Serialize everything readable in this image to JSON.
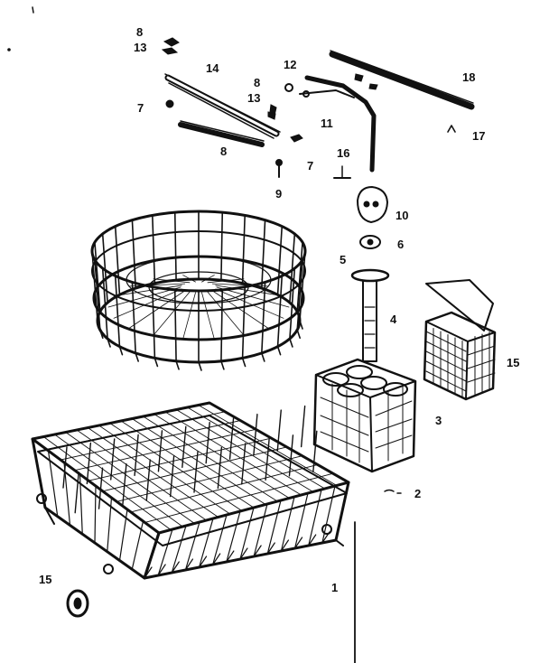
{
  "colors": {
    "ink": "#111111",
    "paper": "#ffffff"
  },
  "callouts": [
    {
      "id": "c-8-top",
      "text": "8"
    },
    {
      "id": "c-13-top",
      "text": "13"
    },
    {
      "id": "c-14",
      "text": "14"
    },
    {
      "id": "c-7-left",
      "text": "7"
    },
    {
      "id": "c-8-mid",
      "text": "8"
    },
    {
      "id": "c-13-mid",
      "text": "13"
    },
    {
      "id": "c-8-low",
      "text": "8"
    },
    {
      "id": "c-7-mid",
      "text": "7"
    },
    {
      "id": "c-9",
      "text": "9"
    },
    {
      "id": "c-12",
      "text": "12"
    },
    {
      "id": "c-11",
      "text": "11"
    },
    {
      "id": "c-16",
      "text": "16"
    },
    {
      "id": "c-18",
      "text": "18"
    },
    {
      "id": "c-17",
      "text": "17"
    },
    {
      "id": "c-10",
      "text": "10"
    },
    {
      "id": "c-6",
      "text": "6"
    },
    {
      "id": "c-5",
      "text": "5"
    },
    {
      "id": "c-4",
      "text": "4"
    },
    {
      "id": "c-15-right",
      "text": "15"
    },
    {
      "id": "c-3",
      "text": "3"
    },
    {
      "id": "c-2",
      "text": "2"
    },
    {
      "id": "c-15-left",
      "text": "15"
    },
    {
      "id": "c-1",
      "text": "1"
    }
  ]
}
